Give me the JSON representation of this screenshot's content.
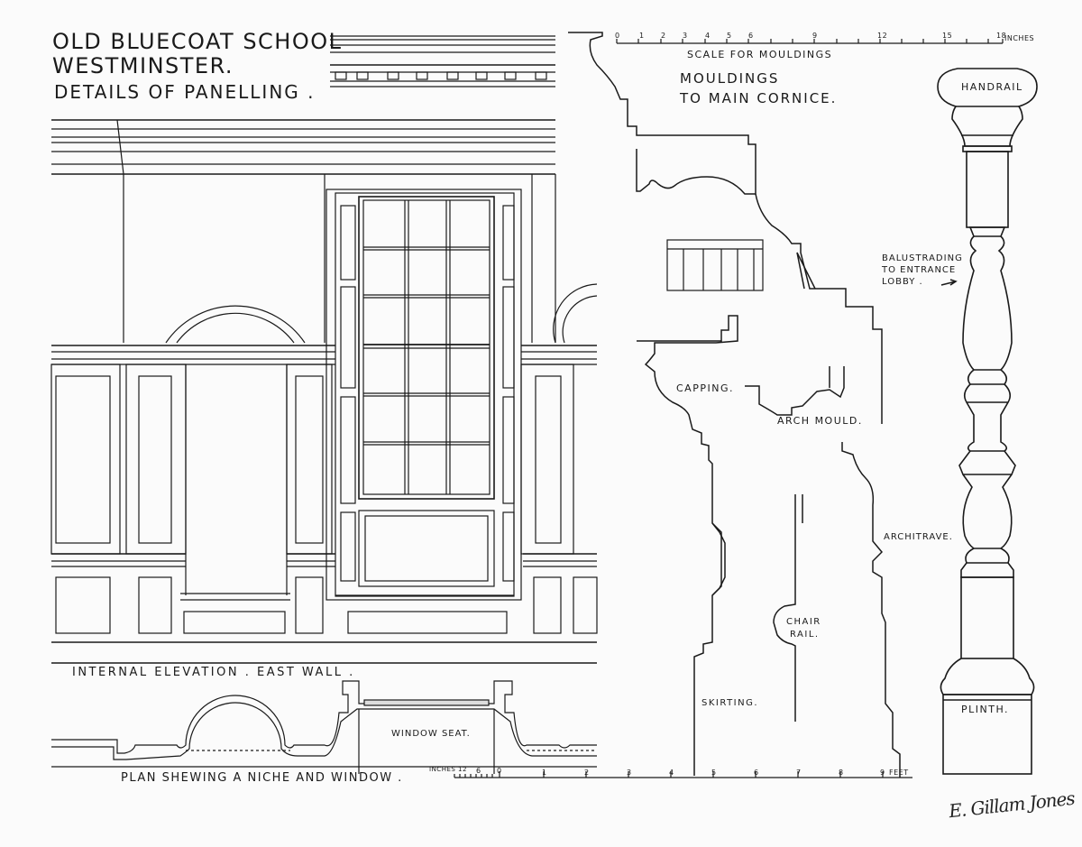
{
  "title": {
    "line1": "OLD BLUECOAT SCHOOL",
    "line2": "WESTMINSTER.",
    "line3": "DETAILS OF PANELLING ."
  },
  "labels": {
    "scale_mouldings": "SCALE FOR MOULDINGS",
    "scale_inches_unit": "INCHES",
    "mouldings_line1": "MOULDINGS",
    "mouldings_line2": "TO MAIN CORNICE.",
    "handrail": "HANDRAIL",
    "balustrading_line1": "BALUSTRADING",
    "balustrading_line2": "TO ENTRANCE",
    "balustrading_line3": "LOBBY .",
    "capping": "CAPPING.",
    "arch_mould": "ARCH MOULD.",
    "architrave": "ARCHITRAVE.",
    "chair_rail_line1": "CHAIR",
    "chair_rail_line2": "RAIL.",
    "skirting": "SKIRTING.",
    "plinth": "PLINTH.",
    "internal_elevation": "INTERNAL  ELEVATION . EAST WALL .",
    "window_seat": "WINDOW SEAT.",
    "plan": "PLAN  SHEWING  A NICHE AND WINDOW .",
    "scale_inches_label": "INCHES 12",
    "scale_feet_unit": "FEET",
    "signature": "E. Gillam Jones"
  },
  "scale_mouldings_ticks": [
    "0",
    "1",
    "2",
    "3",
    "4",
    "5",
    "6",
    "9",
    "12",
    "15",
    "18"
  ],
  "scale_feet_ticks": [
    "6",
    "0",
    "1",
    "2",
    "3",
    "4",
    "5",
    "6",
    "7",
    "8",
    "9"
  ],
  "colors": {
    "ink": "#1a1a1a",
    "paper": "#fbfbfb"
  }
}
